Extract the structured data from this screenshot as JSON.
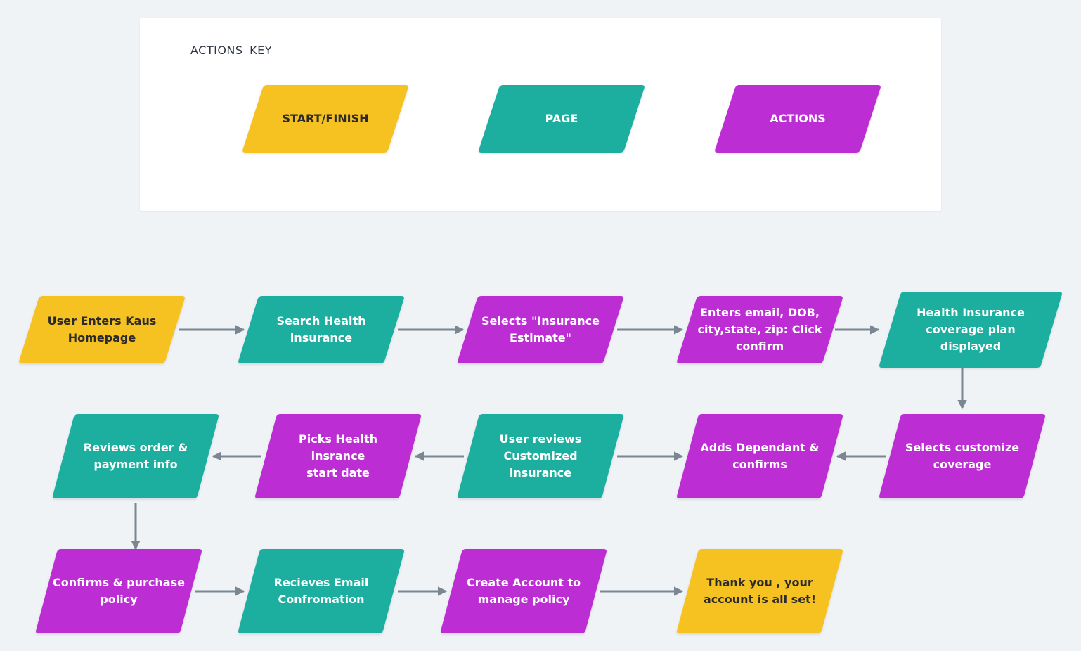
{
  "key": {
    "title": "ACTIONS  KEY",
    "items": [
      {
        "label": "START/FINISH",
        "type": "start_finish"
      },
      {
        "label": "PAGE",
        "type": "page"
      },
      {
        "label": "ACTIONS",
        "type": "action"
      }
    ]
  },
  "colors": {
    "start_finish": "#f6c223",
    "page": "#1aae9e",
    "action": "#bc2fd4",
    "arrow": "#7a8691",
    "dark_text": "#2b2b2b",
    "light_text": "#ffffff",
    "background": "#eff3f6"
  },
  "flow": {
    "nodes": [
      {
        "id": "n1",
        "label": "User Enters Kaus\nHomepage",
        "type": "start_finish"
      },
      {
        "id": "n2",
        "label": "Search Health\ninsurance",
        "type": "page"
      },
      {
        "id": "n3",
        "label": "Selects \"Insurance\nEstimate\"",
        "type": "action"
      },
      {
        "id": "n4",
        "label": "Enters email, DOB,\ncity,state, zip: Click\nconfirm",
        "type": "action"
      },
      {
        "id": "n5",
        "label": "Health Insurance\ncoverage plan displayed",
        "type": "page"
      },
      {
        "id": "n6",
        "label": "Selects customize\ncoverage",
        "type": "action"
      },
      {
        "id": "n7",
        "label": "Adds Dependant &\nconfirms",
        "type": "action"
      },
      {
        "id": "n8",
        "label": "User reviews\nCustomized\ninsurance",
        "type": "page"
      },
      {
        "id": "n9",
        "label": "Picks Health insrance\nstart date",
        "type": "action"
      },
      {
        "id": "n10",
        "label": "Reviews order &\npayment info",
        "type": "page"
      },
      {
        "id": "n11",
        "label": "Confirms  & purchase\npolicy",
        "type": "action"
      },
      {
        "id": "n12",
        "label": "Recieves Email\nConfromation",
        "type": "page"
      },
      {
        "id": "n13",
        "label": "Create Account  to\nmanage policy",
        "type": "action"
      },
      {
        "id": "n14",
        "label": "Thank you , your\naccount is  all set!",
        "type": "start_finish"
      }
    ],
    "edges": [
      {
        "from": "n1",
        "to": "n2"
      },
      {
        "from": "n2",
        "to": "n3"
      },
      {
        "from": "n3",
        "to": "n4"
      },
      {
        "from": "n4",
        "to": "n5"
      },
      {
        "from": "n5",
        "to": "n6"
      },
      {
        "from": "n6",
        "to": "n7"
      },
      {
        "from": "n8",
        "to": "n7"
      },
      {
        "from": "n8",
        "to": "n9"
      },
      {
        "from": "n9",
        "to": "n10"
      },
      {
        "from": "n10",
        "to": "n11"
      },
      {
        "from": "n11",
        "to": "n12"
      },
      {
        "from": "n12",
        "to": "n13"
      },
      {
        "from": "n13",
        "to": "n14"
      }
    ]
  }
}
